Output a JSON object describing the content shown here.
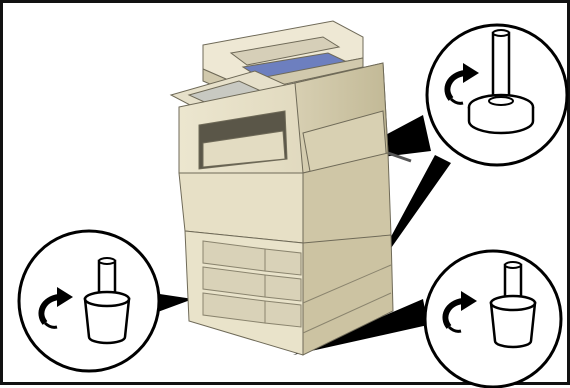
{
  "figure": {
    "subject": "copier-on-paper-feed-cabinet",
    "callouts": [
      {
        "name": "leveling-foot-rear-right",
        "icon": "curved-arrow-icon"
      },
      {
        "name": "leveling-foot-front-left",
        "icon": "curved-arrow-icon"
      },
      {
        "name": "leveling-foot-front-right",
        "icon": "curved-arrow-icon"
      }
    ]
  }
}
